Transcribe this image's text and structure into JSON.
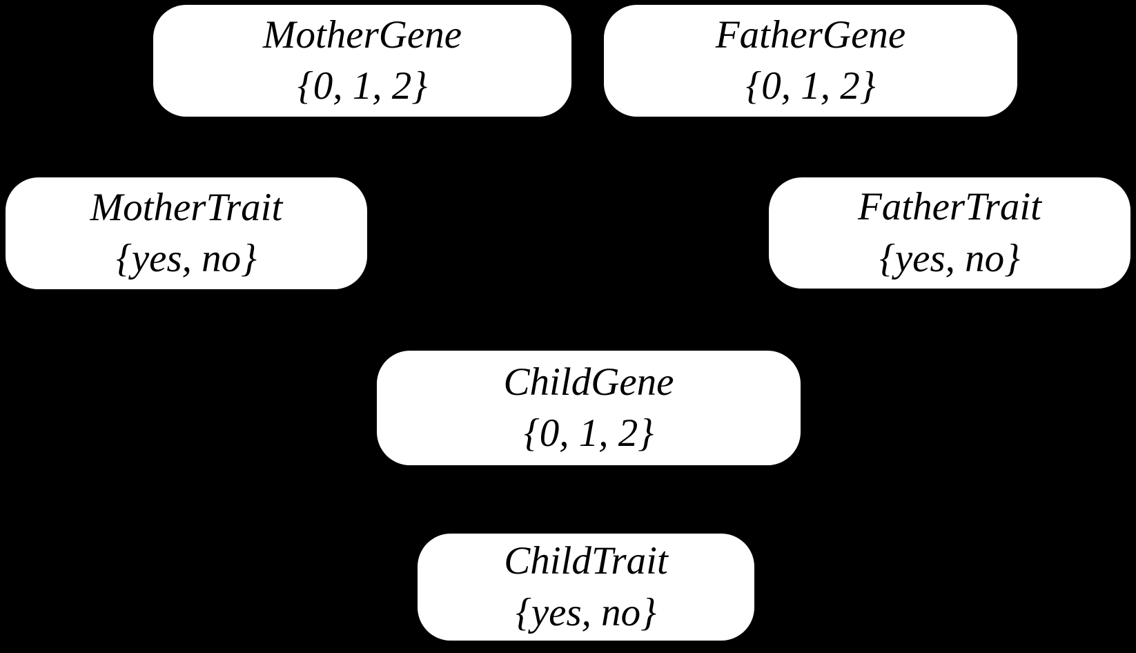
{
  "colors": {
    "background": "#000000",
    "node_fill": "#ffffff",
    "node_text": "#000000"
  },
  "diagram": {
    "type": "bayesian-network",
    "edges_visible": false,
    "nodes": [
      {
        "id": "mother-gene",
        "label": "MotherGene",
        "values": "{0, 1, 2}"
      },
      {
        "id": "father-gene",
        "label": "FatherGene",
        "values": "{0, 1, 2}"
      },
      {
        "id": "mother-trait",
        "label": "MotherTrait",
        "values": "{yes, no}"
      },
      {
        "id": "father-trait",
        "label": "FatherTrait",
        "values": "{yes, no}"
      },
      {
        "id": "child-gene",
        "label": "ChildGene",
        "values": "{0, 1, 2}"
      },
      {
        "id": "child-trait",
        "label": "ChildTrait",
        "values": "{yes, no}"
      }
    ]
  }
}
